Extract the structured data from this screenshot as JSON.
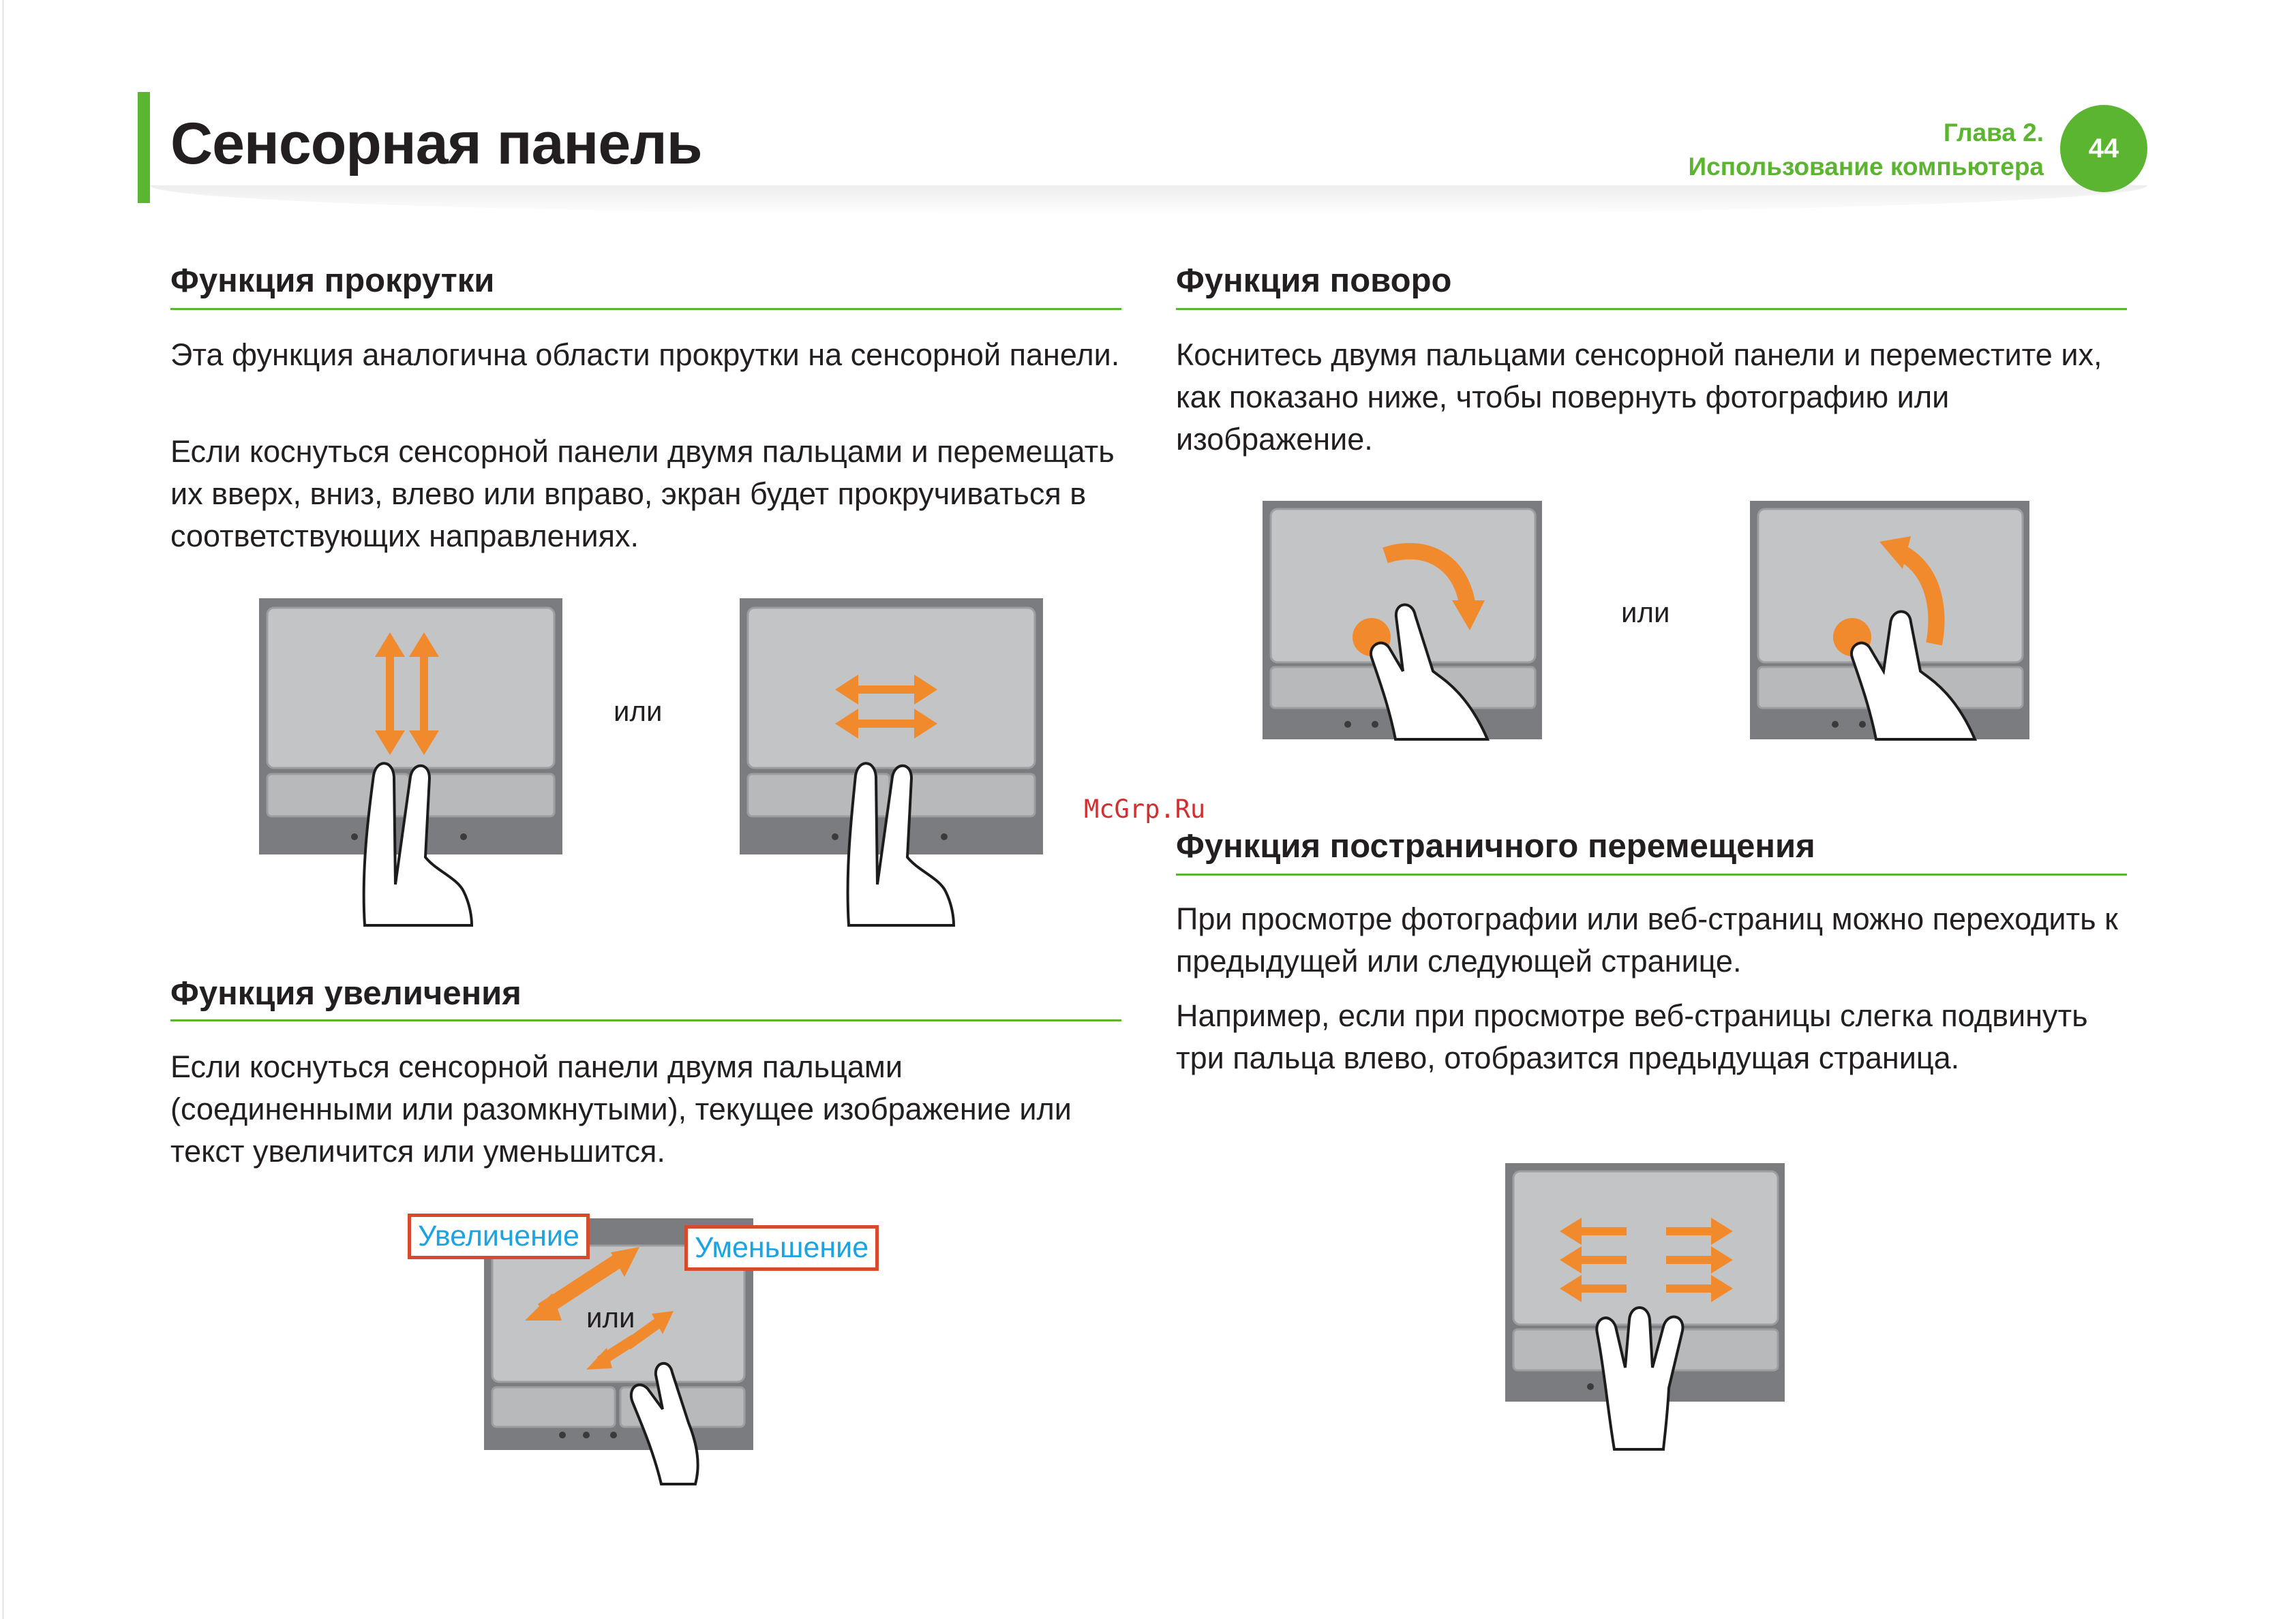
{
  "header": {
    "title": "Сенсорная панель",
    "chapter_line1": "Глава 2.",
    "chapter_line2": "Использование компьютера",
    "page_number": "44"
  },
  "scroll": {
    "title": "Функция прокрутки",
    "p1": "Эта функция аналогична области прокрутки на сенсорной панели.",
    "p2": "Если коснуться сенсорной панели двумя пальцами и перемещать их вверх, вниз, влево или вправо, экран будет прокручиваться в соответствующих направлениях.",
    "or": "или"
  },
  "zoom": {
    "title": "Функция увеличения",
    "p1": "Если коснуться сенсорной панели двумя пальцами (соединенными или разомкнутыми), текущее изображение или текст увеличится или уменьшится.",
    "zoom_in": "Увеличение",
    "zoom_out": "Уменьшение",
    "or": "или"
  },
  "rotate": {
    "title": "Функция поворо",
    "p1": "Коснитесь двумя пальцами сенсорной панели и переместите их, как показано ниже, чтобы повернуть фотографию или изображение.",
    "or": "или"
  },
  "paging": {
    "title": "Функция постраничного перемещения",
    "p1": "При просмотре фотографии или веб-страниц можно переходить к предыдущей или следующей странице.",
    "p2": "Например, если при просмотре веб-страницы слегка подвинуть три пальца влево, отобразится предыдущая страница."
  },
  "watermark": "McGrp.Ru",
  "colors": {
    "accent_green": "#5cb531",
    "arrow_orange": "#f08a2c",
    "callout_border": "#d64a2d",
    "callout_text": "#1da3e0"
  }
}
